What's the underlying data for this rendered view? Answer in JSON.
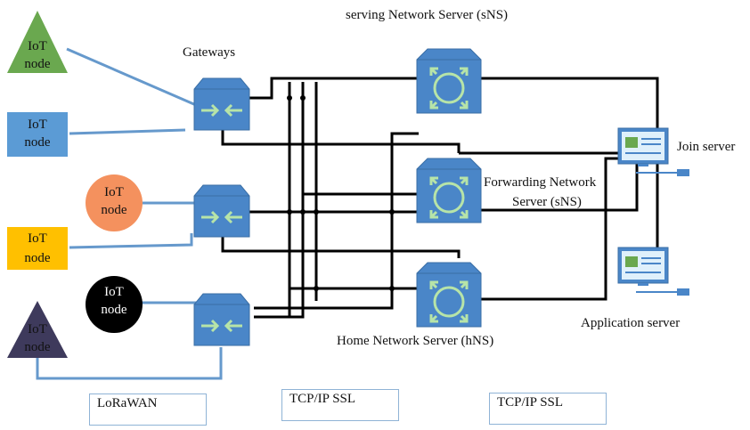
{
  "labels": {
    "serving_ns": "serving Network Server (sNS)",
    "gateways": "Gateways",
    "join_server": "Join server",
    "forwarding_ns_line1": "Forwarding Network",
    "forwarding_ns_line2": "Server (sNS)",
    "application_server": "Application server",
    "home_ns": "Home Network Server (hNS)"
  },
  "nodes": [
    {
      "shape": "triangle",
      "color": "#6aa84f",
      "line1": "IoT",
      "line2": "node"
    },
    {
      "shape": "square",
      "color": "#5b9bd5",
      "line1": "IoT",
      "line2": "node"
    },
    {
      "shape": "circle",
      "color": "#f4915e",
      "line1": "IoT",
      "line2": "node"
    },
    {
      "shape": "square",
      "color": "#ffc000",
      "line1": "IoT",
      "line2": "node"
    },
    {
      "shape": "circle",
      "color": "#000000",
      "line1": "IoT",
      "line2": "node"
    },
    {
      "shape": "triangle",
      "color": "#3e3a5c",
      "line1": "IoT",
      "line2": "node"
    }
  ],
  "protocols": {
    "lorawan": "LoRaWAN",
    "tcpip_1": "TCP/IP SSL",
    "tcpip_2": "TCP/IP SSL"
  },
  "colors": {
    "device_blue": "#4a86c8",
    "device_blue_dark": "#3a6ea5",
    "arrow_green": "#b7e4a8",
    "link_blue": "#6699cc",
    "link_black": "#000000"
  }
}
